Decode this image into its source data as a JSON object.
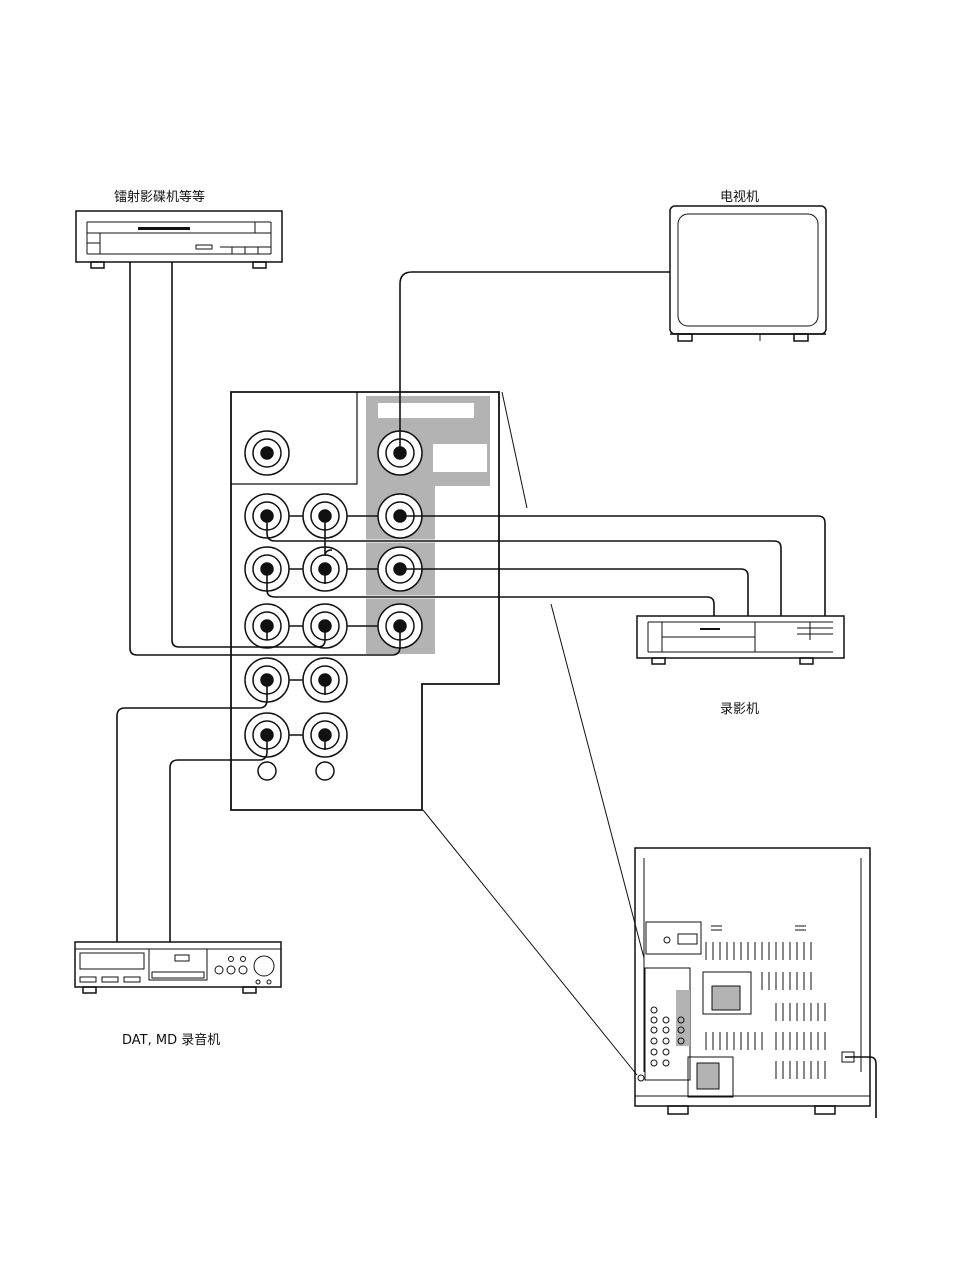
{
  "devices": {
    "laserdisc": {
      "label": "镭射影碟机等等"
    },
    "tv": {
      "label": "电视机"
    },
    "vcr": {
      "label": "录影机"
    },
    "deck": {
      "label": "DAT, MD 录音机"
    }
  },
  "colors": {
    "line": "#111111",
    "panel_shade": "#b3b3b3",
    "background": "#ffffff"
  }
}
